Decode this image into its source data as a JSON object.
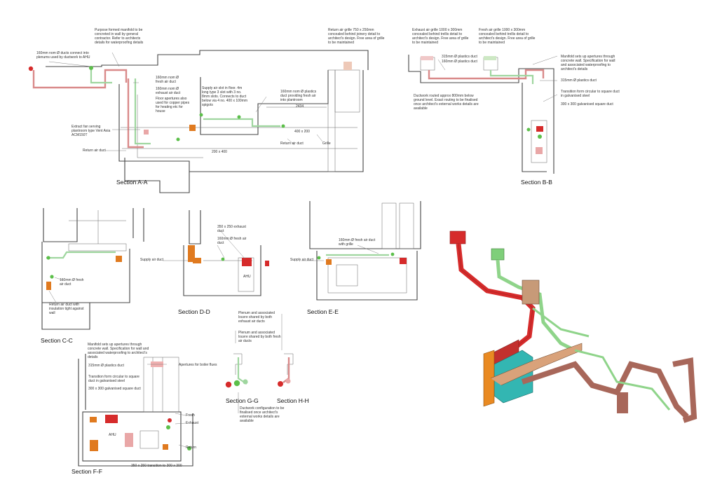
{
  "sections": {
    "aa": "Section A-A",
    "bb": "Section B-B",
    "cc": "Section C-C",
    "dd": "Section D-D",
    "ee": "Section E-E",
    "ff": "Section F-F",
    "gg": "Section G-G",
    "hh": "Section H-H"
  },
  "notes": {
    "aa_manifold": "Purpose formed manifold to be concreted in wall by general contractor. Refer to architects details for waterproofing details",
    "aa_160_connect": "160mm nom Ø ducts connect into plenums used by ductwork to AHU",
    "aa_return_grille": "Return air grille 750 x 250mm concealed behind joinery detail to architect's design. Free area of grille to be maintained",
    "aa_fresh160": "160mm nom Ø fresh air duct",
    "aa_exhaust160": "160mm nom Ø exhaust air duct",
    "aa_floor_apertures": "Floor apertures also used for copper pipes for heating etc for house",
    "aa_supply_slot": "Supply air slot in floor. 4m long type 3 slot with 3 no. 8mm slots. Connects to duct below via 4 no. 400 x 100mm spigots",
    "aa_plastic160": "160mm nom Ø plastics duct providing fresh air into plantroom",
    "aa_extract_fan": "Extract fan serving plantroom type Vent Axia ACM150T",
    "aa_return_duct": "Return air duct",
    "aa_return_duct2": "Return air duct",
    "aa_grille": "Grille",
    "aa_400x200": "400 x 200",
    "aa_200x400": "200 x 400",
    "aa_dim": "2434",
    "bb_exhaust_grille": "Exhaust air grille 1000 x 300mm concealed behind trellis detail to architect's design. Free area of grille to be maintained",
    "bb_fresh_grille": "Fresh air grille 1000 x 300mm concealed behind trellis detail to architect's design. Free area of grille to be maintained",
    "bb_315a": "315mm Ø plastics duct",
    "bb_160": "160mm Ø plastics duct",
    "bb_routed": "Ductwork routed approx 800mm below ground level. Exact routing to be finalised once architect's external works details are available",
    "bb_manifold": "Manifold sets up apertures through concrete wall. Specification for wall and associated waterproofing to architect's details",
    "bb_315b": "315mm Ø plastics duct",
    "bb_transition": "Transition form circular to square duct in galvanised steel",
    "bb_300": "300 x 300 galvanised square duct",
    "cc_fresh": "160mm Ø fresh air duct",
    "cc_return": "Return air duct with insulation tight against wall",
    "dd_exhaust": "350 x 250 exhaust duct",
    "dd_fresh": "160mm Ø fresh air duct",
    "dd_supply": "Supply air duct",
    "dd_ahu": "AHU",
    "ee_fresh": "160mm Ø fresh air duct with grille",
    "ee_supply": "Supply air duct",
    "ff_manifold": "Manifold sets up apertures through concrete wall. Specification for wall and associated waterproofing to architect's details",
    "ff_315": "315mm Ø plastics duct",
    "ff_apertures": "Apertures for boiler flues",
    "ff_transition": "Transition form circular to square duct in galvanised steel",
    "ff_300": "300 x 300 galvanised square duct",
    "ff_fresh": "Fresh",
    "ff_exhaust": "Exhaust",
    "ff_return": "Return",
    "ff_ahu": "AHU",
    "ff_transition2": "350 x 250 transition to 300 x 300",
    "gh_plenum_exhaust": "Plenum and associated louvre shared by both exhaust air ducts",
    "gh_plenum_fresh": "Plenum and associated louvre shared by both fresh air ducts",
    "gh_config": "Ductwork configuration to be finalised once architect's external works details are available"
  },
  "colors": {
    "supply": "#e07a1f",
    "exhaust": "#d62b2b",
    "fresh": "#5cbf4a",
    "return": "#b5665e",
    "ahu": "#2fb3b3",
    "wall": "#444444"
  }
}
